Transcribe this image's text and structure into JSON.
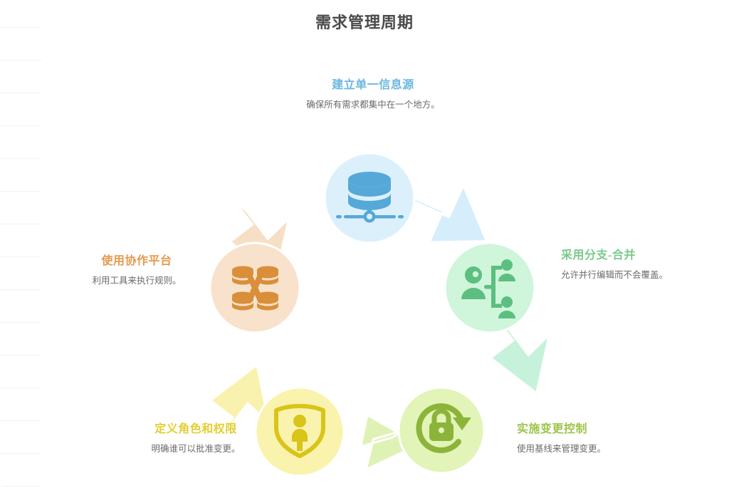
{
  "page": {
    "title": "需求管理周期",
    "background_color": "#ffffff",
    "body_text_color": "#6b6b6b"
  },
  "cycle": {
    "steps": [
      {
        "id": "single-source-of-truth",
        "title": "建立单一信息源",
        "description": "确保所有需求都集中在一个地方。",
        "icon": "database-network-icon",
        "title_color": "#6cb6e0",
        "circle_color": "#dcf0fc",
        "icon_color": "#56a8d8",
        "arrow_color": "#d6edfb"
      },
      {
        "id": "branch-and-merge",
        "title": "采用分支-合并",
        "description": "允许并行编辑而不会覆盖。",
        "icon": "people-branch-icon",
        "title_color": "#7ac98b",
        "circle_color": "#cff5db",
        "icon_color": "#5cbf80",
        "arrow_color": "#c6f2db"
      },
      {
        "id": "change-control",
        "title": "实施变更控制",
        "description": "使用基线来管理变更。",
        "icon": "lock-refresh-icon",
        "title_color": "#9ec44a",
        "circle_color": "#e2f4b8",
        "icon_color": "#8cb43a",
        "arrow_color": "#dff2b5"
      },
      {
        "id": "roles-and-permissions",
        "title": "定义角色和权限",
        "description": "明确谁可以批准变更。",
        "icon": "shield-person-icon",
        "title_color": "#e2ce33",
        "circle_color": "#faf3ae",
        "icon_color": "#d9c419",
        "arrow_color": "#f9f2ae"
      },
      {
        "id": "collaboration-platform",
        "title": "使用协作平台",
        "description": "利用工具来执行规则。",
        "icon": "linked-databases-icon",
        "title_color": "#e49a4e",
        "circle_color": "#f8e2cb",
        "icon_color": "#d98f39",
        "arrow_color": "#f7dfc5"
      }
    ]
  }
}
